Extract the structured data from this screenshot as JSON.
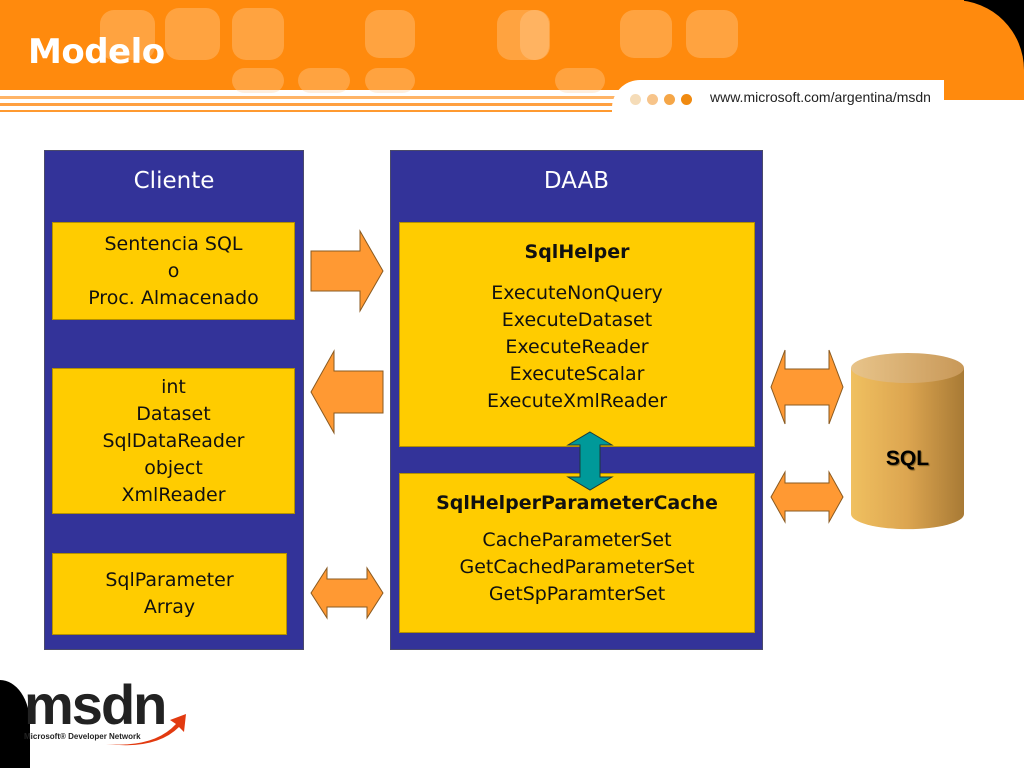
{
  "slide": {
    "title": "Modelo",
    "url": "www.microsoft.com/argentina/msdn",
    "dot_colors": [
      "#f5dcb8",
      "#f7c48a",
      "#f5a647",
      "#f08a10"
    ],
    "colors": {
      "header_orange": "#ff8a0d",
      "panel_blue": "#333399",
      "box_yellow": "#ffcc00",
      "arrow_orange": "#ff9933",
      "arrow_teal": "#009999",
      "cylinder_tan": "#e0a850"
    }
  },
  "cliente": {
    "title": "Cliente",
    "boxes": [
      {
        "lines": [
          "Sentencia SQL",
          "o",
          "Proc. Almacenado"
        ]
      },
      {
        "lines": [
          "int",
          "Dataset",
          "SqlDataReader",
          "object",
          "XmlReader"
        ]
      },
      {
        "lines": [
          "SqlParameter",
          "Array"
        ]
      }
    ]
  },
  "daab": {
    "title": "DAAB",
    "sqlhelper": {
      "title": "SqlHelper",
      "methods": [
        "ExecuteNonQuery",
        "ExecuteDataset",
        "ExecuteReader",
        "ExecuteScalar",
        "ExecuteXmlReader"
      ]
    },
    "cache": {
      "title": "SqlHelperParameterCache",
      "methods": [
        "CacheParameterSet",
        "GetCachedParameterSet",
        "GetSpParamterSet"
      ]
    }
  },
  "database": {
    "label": "SQL"
  },
  "arrows": [
    {
      "name": "request-arrow",
      "direction": "right"
    },
    {
      "name": "result-arrow",
      "direction": "left"
    },
    {
      "name": "parameter-arrow",
      "direction": "both"
    },
    {
      "name": "helper-db-arrow",
      "direction": "both"
    },
    {
      "name": "cache-db-arrow",
      "direction": "both"
    },
    {
      "name": "helper-cache-arrow",
      "direction": "vertical-both"
    }
  ],
  "logo": {
    "name": "msdn",
    "subtitle": "Microsoft® Developer Network"
  }
}
